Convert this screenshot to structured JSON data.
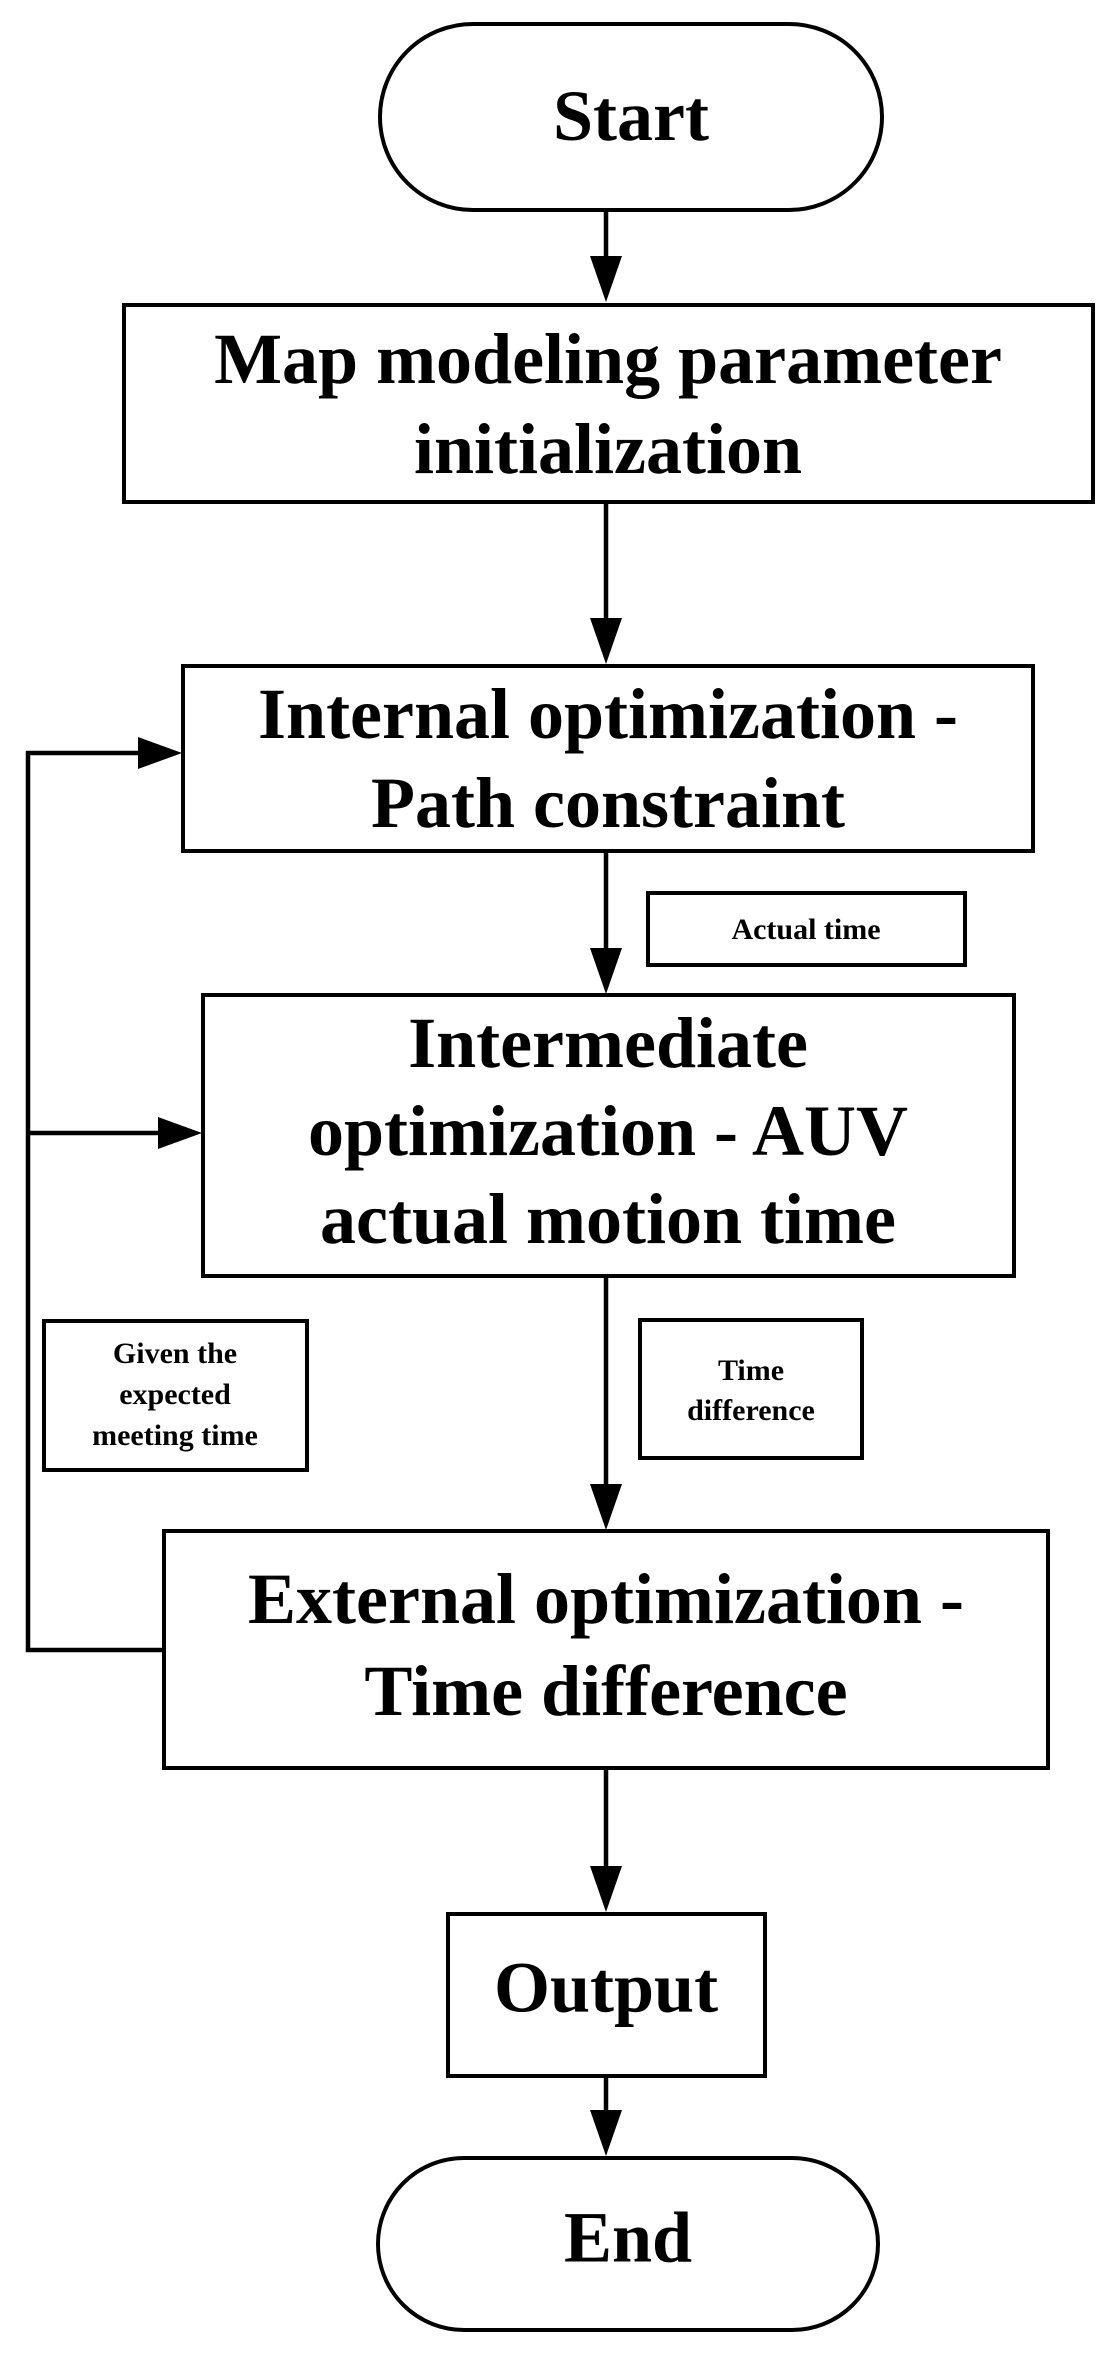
{
  "flowchart": {
    "start": "Start",
    "map_init": [
      "Map modeling parameter",
      "initialization"
    ],
    "internal": [
      "Internal optimization -",
      "Path constraint"
    ],
    "actual_time_note": "Actual time",
    "intermediate": [
      "Intermediate",
      "optimization - AUV",
      "actual motion time"
    ],
    "given_note": [
      "Given the",
      "expected",
      "meeting time"
    ],
    "time_diff_note": [
      "Time",
      "difference"
    ],
    "external": [
      "External optimization -",
      "Time difference"
    ],
    "output": "Output",
    "end": "End"
  }
}
